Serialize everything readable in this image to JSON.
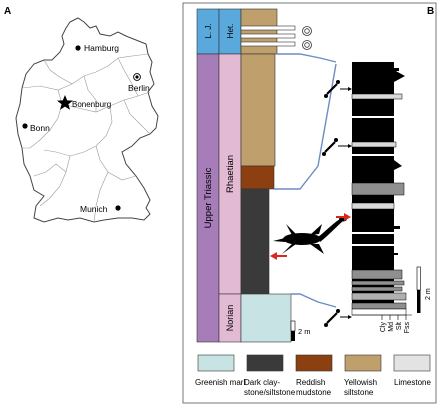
{
  "panel_a": {
    "label": "A",
    "cities": [
      {
        "name": "Hamburg",
        "marker": "dot"
      },
      {
        "name": "Berlin",
        "marker": "capital-dot"
      },
      {
        "name": "Bonenburg",
        "marker": "star"
      },
      {
        "name": "Bonn",
        "marker": "dot"
      },
      {
        "name": "Munich",
        "marker": "dot"
      }
    ]
  },
  "panel_b": {
    "label": "B",
    "periods": {
      "lj": "L. J.",
      "upper_triassic": "Upper Triassic"
    },
    "stages": {
      "het": "Het.",
      "rhaetian": "Rhaetian",
      "norian": "Norian"
    },
    "scale_left": "2 m",
    "scale_right": "2 m",
    "grain_size_labels": [
      "Cly",
      "Md",
      "Slt",
      "Fss"
    ],
    "legend": [
      {
        "label": "Greenish marl",
        "color": "#c8e3e4"
      },
      {
        "label": "Dark clay-stone/siltstone",
        "color": "#3a3a3a"
      },
      {
        "label": "Reddish mudstone",
        "color": "#8c3f10"
      },
      {
        "label": "Yellowish siltstone",
        "color": "#bf9f6b"
      },
      {
        "label": "Limestone",
        "color": "#e3e3e3"
      }
    ],
    "colors": {
      "period_lj": "#5aa9dd",
      "period_upper_triassic": "#a67db8",
      "stage_rhaetian": "#e3bad3",
      "stage_norian": "#e3bad3",
      "stage_het": "#5aa9dd",
      "arrow_red": "#d6281e",
      "log_black": "#000000"
    },
    "icons": [
      "ammonite-icon",
      "bone-icon",
      "plesiosaur-silhouette-icon"
    ]
  }
}
